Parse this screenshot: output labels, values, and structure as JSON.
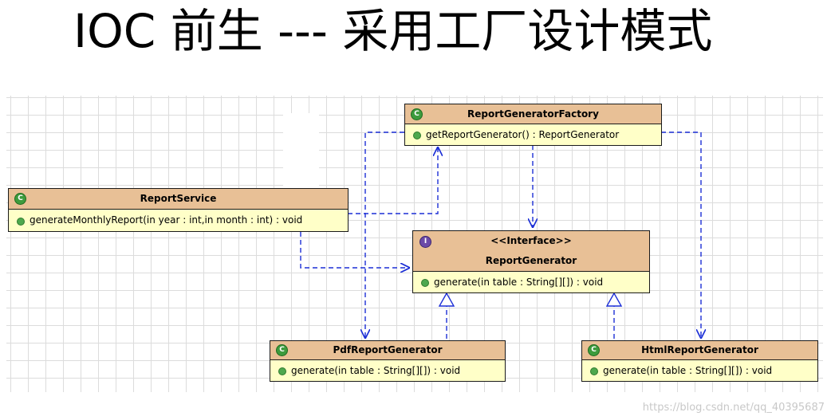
{
  "title": "IOC 前生 --- 采用工厂设计模式",
  "classes": {
    "factory": {
      "name": "ReportGeneratorFactory",
      "method": "getReportGenerator() : ReportGenerator"
    },
    "service": {
      "name": "ReportService",
      "method": "generateMonthlyReport(in year : int,in month : int) : void"
    },
    "iface": {
      "stereotype": "<<Interface>>",
      "name": "ReportGenerator",
      "method": "generate(in table : String[][]) : void"
    },
    "pdf": {
      "name": "PdfReportGenerator",
      "method": "generate(in table : String[][]) : void"
    },
    "html": {
      "name": "HtmlReportGenerator",
      "method": "generate(in table : String[][]) : void"
    }
  },
  "icons": {
    "class": "C",
    "interface": "I"
  },
  "watermark": "https://blog.csdn.net/qq_40395687"
}
